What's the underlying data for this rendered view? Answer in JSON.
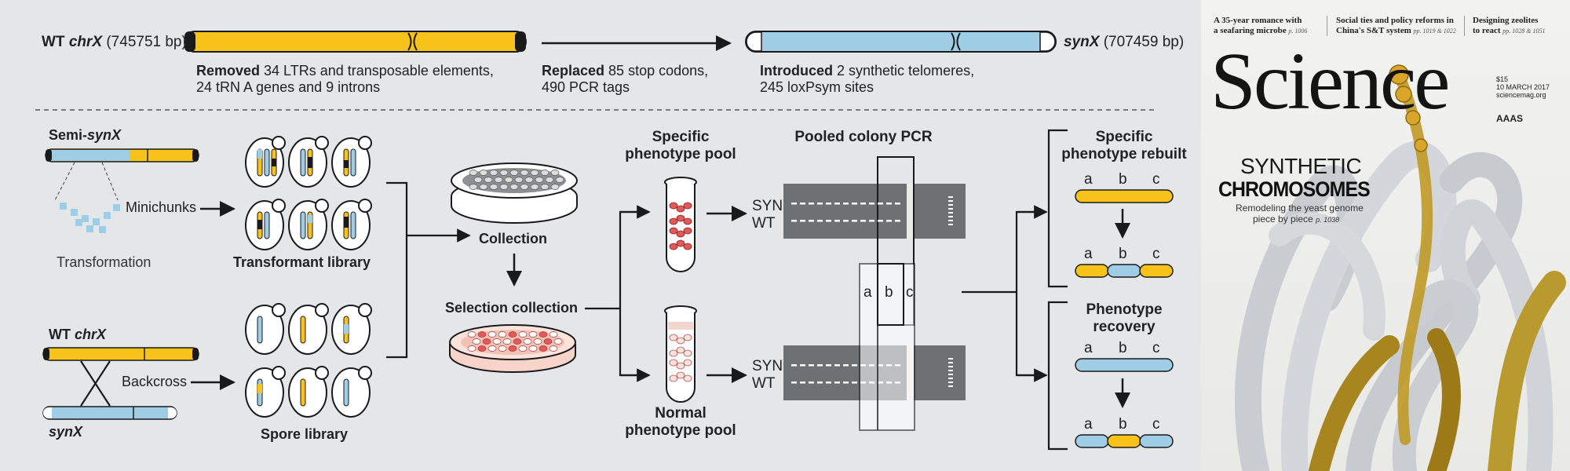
{
  "top_row": {
    "wt": {
      "name_prefix": "WT ",
      "name_italic": "chrX",
      "size": "(745751 bp)"
    },
    "syn": {
      "name_italic": "synX",
      "size": "(707459 bp)"
    },
    "removed": {
      "bold": "Removed",
      "line1": " 34 LTRs and transposable elements,",
      "line2": "24 tRN A genes and 9 introns"
    },
    "replaced": {
      "bold": "Replaced",
      "line1": " 85 stop codons,",
      "line2": "490 PCR tags"
    },
    "introduced": {
      "bold": "Introduced",
      "line1": " 2 synthetic telomeres,",
      "line2": "245 loxPsym sites"
    }
  },
  "left_panel": {
    "semi_prefix": "Semi-",
    "semi_italic": "synX",
    "minichunks": "Minichunks",
    "transformation": "Transformation",
    "transformant_library": "Transformant library",
    "wt_prefix": "WT ",
    "wt_italic": "chrX",
    "backcross": "Backcross",
    "syn_label": "synX",
    "spore_library": "Spore library"
  },
  "middle_panel": {
    "collection": "Collection",
    "selection_collection": "Selection collection",
    "specific_pool_l1": "Specific",
    "specific_pool_l2": "phenotype pool",
    "normal_pool_l1": "Normal",
    "normal_pool_l2": "phenotype pool",
    "pcr_title": "Pooled colony PCR",
    "lane_syn": "SYN",
    "lane_wt": "WT",
    "lane_syn2": "SYN",
    "lane_wt2": "WT",
    "seg_a": "a",
    "seg_b": "b",
    "seg_c": "c"
  },
  "right_panel": {
    "rebuilt_l1": "Specific",
    "rebuilt_l2": "phenotype rebuilt",
    "recovery_l1": "Phenotype",
    "recovery_l2": "recovery",
    "abc": [
      "a",
      "b",
      "c"
    ]
  },
  "cover": {
    "teasers": [
      {
        "l1": "A 35-year romance with",
        "l2": "a seafaring microbe",
        "pg": "p. 1006"
      },
      {
        "l1": "Social ties and policy reforms in",
        "l2": "China's S&T system",
        "pg": "pp. 1019 & 1022"
      },
      {
        "l1": "Designing zeolites",
        "l2": "to react",
        "pg": "pp. 1028 & 1051"
      }
    ],
    "masthead": "Science",
    "price": "$15",
    "date": "10 MARCH 2017",
    "site": "sciencemag.org",
    "publisher": "AAAS",
    "topic_line1": "SYNTHETIC",
    "topic_line2": "CHROMOSOMES",
    "sub_line1": "Remodeling the yeast genome",
    "sub_line2": "piece by piece",
    "sub_page": "p. 1038"
  },
  "colors": {
    "yellow": "#f7c21a",
    "blue": "#9fcde6",
    "dark": "#1a1a1a",
    "gel": "#6e7173",
    "background": "#e4e6e7"
  },
  "icons": [
    "arrow-icon",
    "yeast-cell-icon",
    "petri-dish-icon",
    "test-tube-icon",
    "gel-icon",
    "telomere-cap-icon"
  ]
}
